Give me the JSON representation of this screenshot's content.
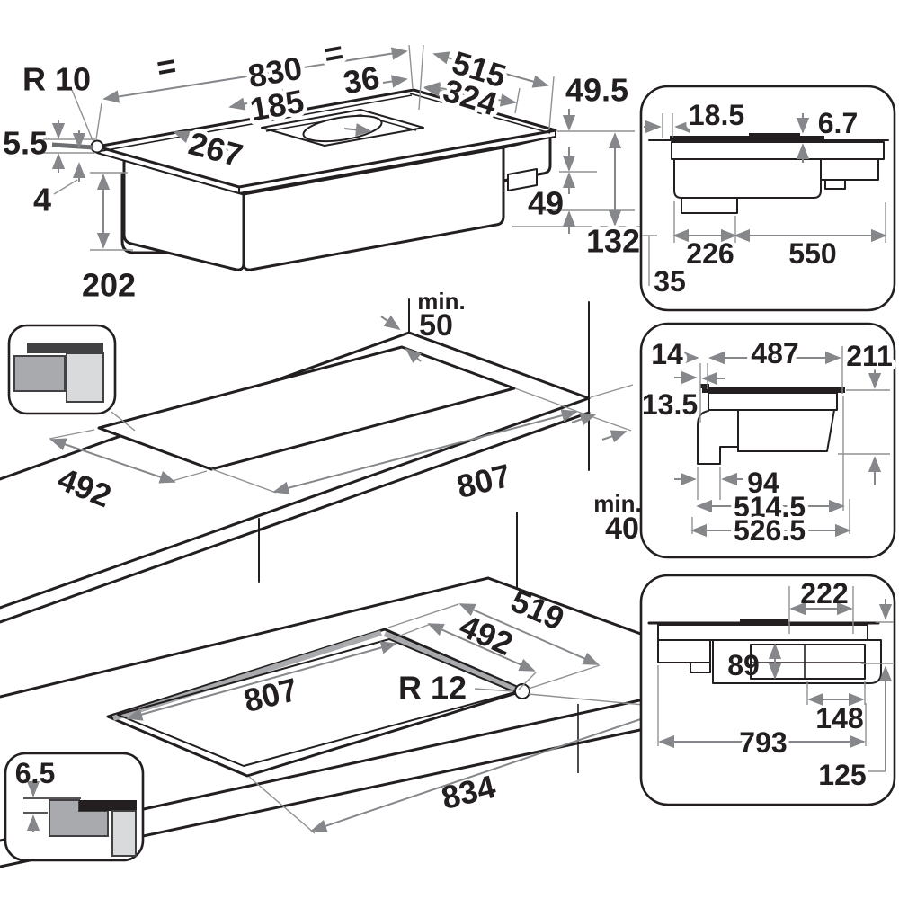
{
  "title": "Hob installation dimension drawing",
  "units": "mm",
  "colors": {
    "line": "#231f20",
    "dimension": "#85878b",
    "rebate_gray": "#a8aaad",
    "icon_dark": "#414042",
    "icon_mid": "#a8aaad",
    "icon_light": "#d9dadb"
  },
  "hob": {
    "radius_label": "R 10",
    "eq_left": "=",
    "width_830": "830",
    "eq_right": "=",
    "offset_185": "185",
    "offset_36": "36",
    "depth_515": "515",
    "vent_324": "324",
    "h49_5": "49.5",
    "t5_5": "5.5",
    "off_267": "267",
    "t4": "4",
    "h49": "49",
    "h132": "132",
    "d202": "202"
  },
  "surface": {
    "min_top": "min.",
    "v50": "50",
    "d492": "492",
    "d807": "807",
    "min_right": "min.",
    "v40": "40"
  },
  "flush": {
    "d519": "519",
    "d492": "492",
    "r12": "R 12",
    "d807": "807",
    "d834": "834",
    "d6_5": "6.5"
  },
  "side": {
    "d18_5": "18.5",
    "d6_7": "6.7",
    "d226": "226",
    "d550": "550",
    "d35": "35"
  },
  "duct": {
    "d14": "14",
    "d487": "487",
    "d211": "211",
    "d13_5": "13.5",
    "d94": "94",
    "d514_5": "514.5",
    "d526_5": "526.5"
  },
  "under": {
    "d222": "222",
    "d89": "89",
    "d148": "148",
    "d793": "793",
    "d125": "125"
  }
}
